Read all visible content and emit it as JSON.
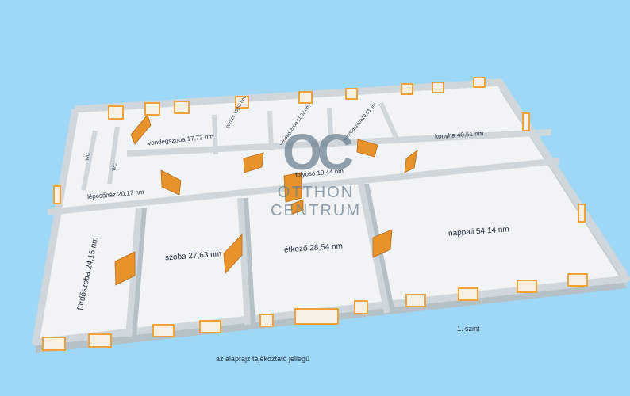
{
  "rooms": {
    "vendegszoba1": "vendégszoba 17,72 nm",
    "garazs": "garázs 15,55 nm",
    "vendegszoba2": "vendégszoba 11,32 nm",
    "vendegszoba3": "vendégszoba10,53 nm",
    "konyha": "konyha 40,51 nm",
    "wc1": "WC",
    "wc2": "WC",
    "folyoso": "folyosó 19,44 nm",
    "lepcsohaz": "lépcsőház 20,17 nm",
    "furdoszoba": "fürdőszoba 24,15 nm",
    "szoba": "szoba 27,63 nm",
    "etkezo": "étkező 28,54 nm",
    "nappali": "nappali 54,14 nm"
  },
  "watermark": {
    "mark": "OC",
    "line1": "OTTHON",
    "line2": "CENTRUM"
  },
  "footer": {
    "level": "1. szint",
    "note": "az alaprajz tájékoztató jellegű"
  },
  "colors": {
    "sky": "#9fd8f7",
    "floor": "#f1f4f6",
    "wall_top": "#cfd7dc",
    "wall_face": "#b5c0c7",
    "door": "#e8922c",
    "window": "#f0a13a"
  }
}
